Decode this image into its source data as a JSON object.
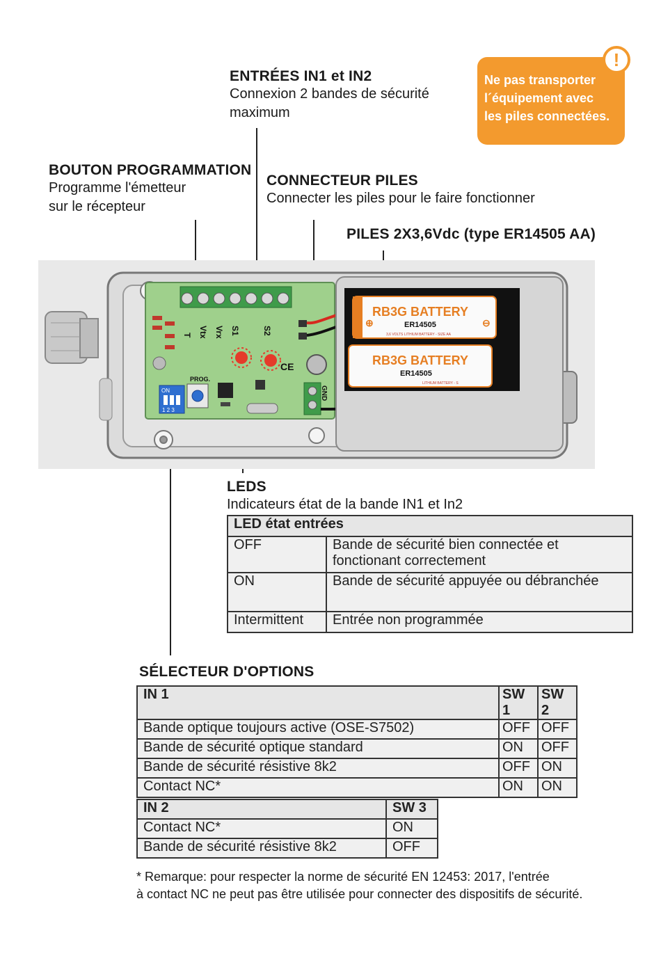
{
  "warning": {
    "text_lines": [
      "Ne pas transporter",
      "l´équipement avec",
      "les piles connectées."
    ],
    "icon": "exclamation-icon",
    "color": "#f39a2e"
  },
  "inputs_label": {
    "title": "ENTRÉES IN1 et IN2",
    "desc_lines": [
      "Connexion 2 bandes de sécurité",
      "maximum"
    ]
  },
  "prog_button": {
    "title": "BOUTON PROGRAMMATION",
    "desc_lines": [
      "Programme l'émetteur",
      "sur le récepteur"
    ]
  },
  "battery_connector": {
    "title": "CONNECTEUR PILES",
    "desc": "Connecter les piles pour le faire fonctionner"
  },
  "batteries": {
    "title": "PILES 2X3,6Vdc (type ER14505 AA)"
  },
  "device": {
    "terminal_labels": [
      "T",
      "Vtx",
      "Vrx",
      "S1",
      "S2"
    ],
    "prog_label": "PROG.",
    "on_label": "ON",
    "dip_numbers": "1 2 3",
    "gnd_label": "GND",
    "battery1": {
      "brand": "RB3G BATTERY",
      "model": "ER14505",
      "sub": "3,6 VOLTS LITHIUM BATTERY - SIZE AA"
    },
    "battery2": {
      "brand": "RB3G BATTERY",
      "model": "ER14505",
      "sub": "LITHIUM BATTERY - S"
    }
  },
  "leds": {
    "title": "LEDS",
    "desc": "Indicateurs état de la bande IN1 et In2"
  },
  "led_table": {
    "header": "LED état entrées",
    "rows": [
      {
        "state": "OFF",
        "desc_lines": [
          "Bande de sécurité bien connectée et",
          "fonctionant correctement"
        ]
      },
      {
        "state": "ON",
        "desc_lines": [
          "Bande de sécurité appuyée ou débranchée",
          ""
        ]
      },
      {
        "state": "Intermittent",
        "desc_lines": [
          "Entrée non programmée",
          ""
        ]
      }
    ]
  },
  "selector": {
    "title": "SÉLECTEUR D'OPTIONS"
  },
  "in1_table": {
    "headers": [
      "IN 1",
      "SW 1",
      "SW 2"
    ],
    "rows": [
      [
        "Bande optique toujours active (OSE-S7502)",
        "OFF",
        "OFF"
      ],
      [
        "Bande de sécurité optique standard",
        "ON",
        "OFF"
      ],
      [
        "Bande de sécurité résistive 8k2",
        "OFF",
        "ON"
      ],
      [
        "Contact NC*",
        "ON",
        "ON"
      ]
    ]
  },
  "in2_table": {
    "headers": [
      "IN 2",
      "SW 3"
    ],
    "rows": [
      [
        "Contact NC*",
        "ON"
      ],
      [
        "Bande de sécurité résistive 8k2",
        "OFF"
      ]
    ]
  },
  "footnote_lines": [
    "* Remarque: pour respecter la norme de sécurité EN 12453: 2017, l'entrée",
    "à contact NC ne peut pas être utilisée pour connecter des dispositifs de sécurité."
  ]
}
